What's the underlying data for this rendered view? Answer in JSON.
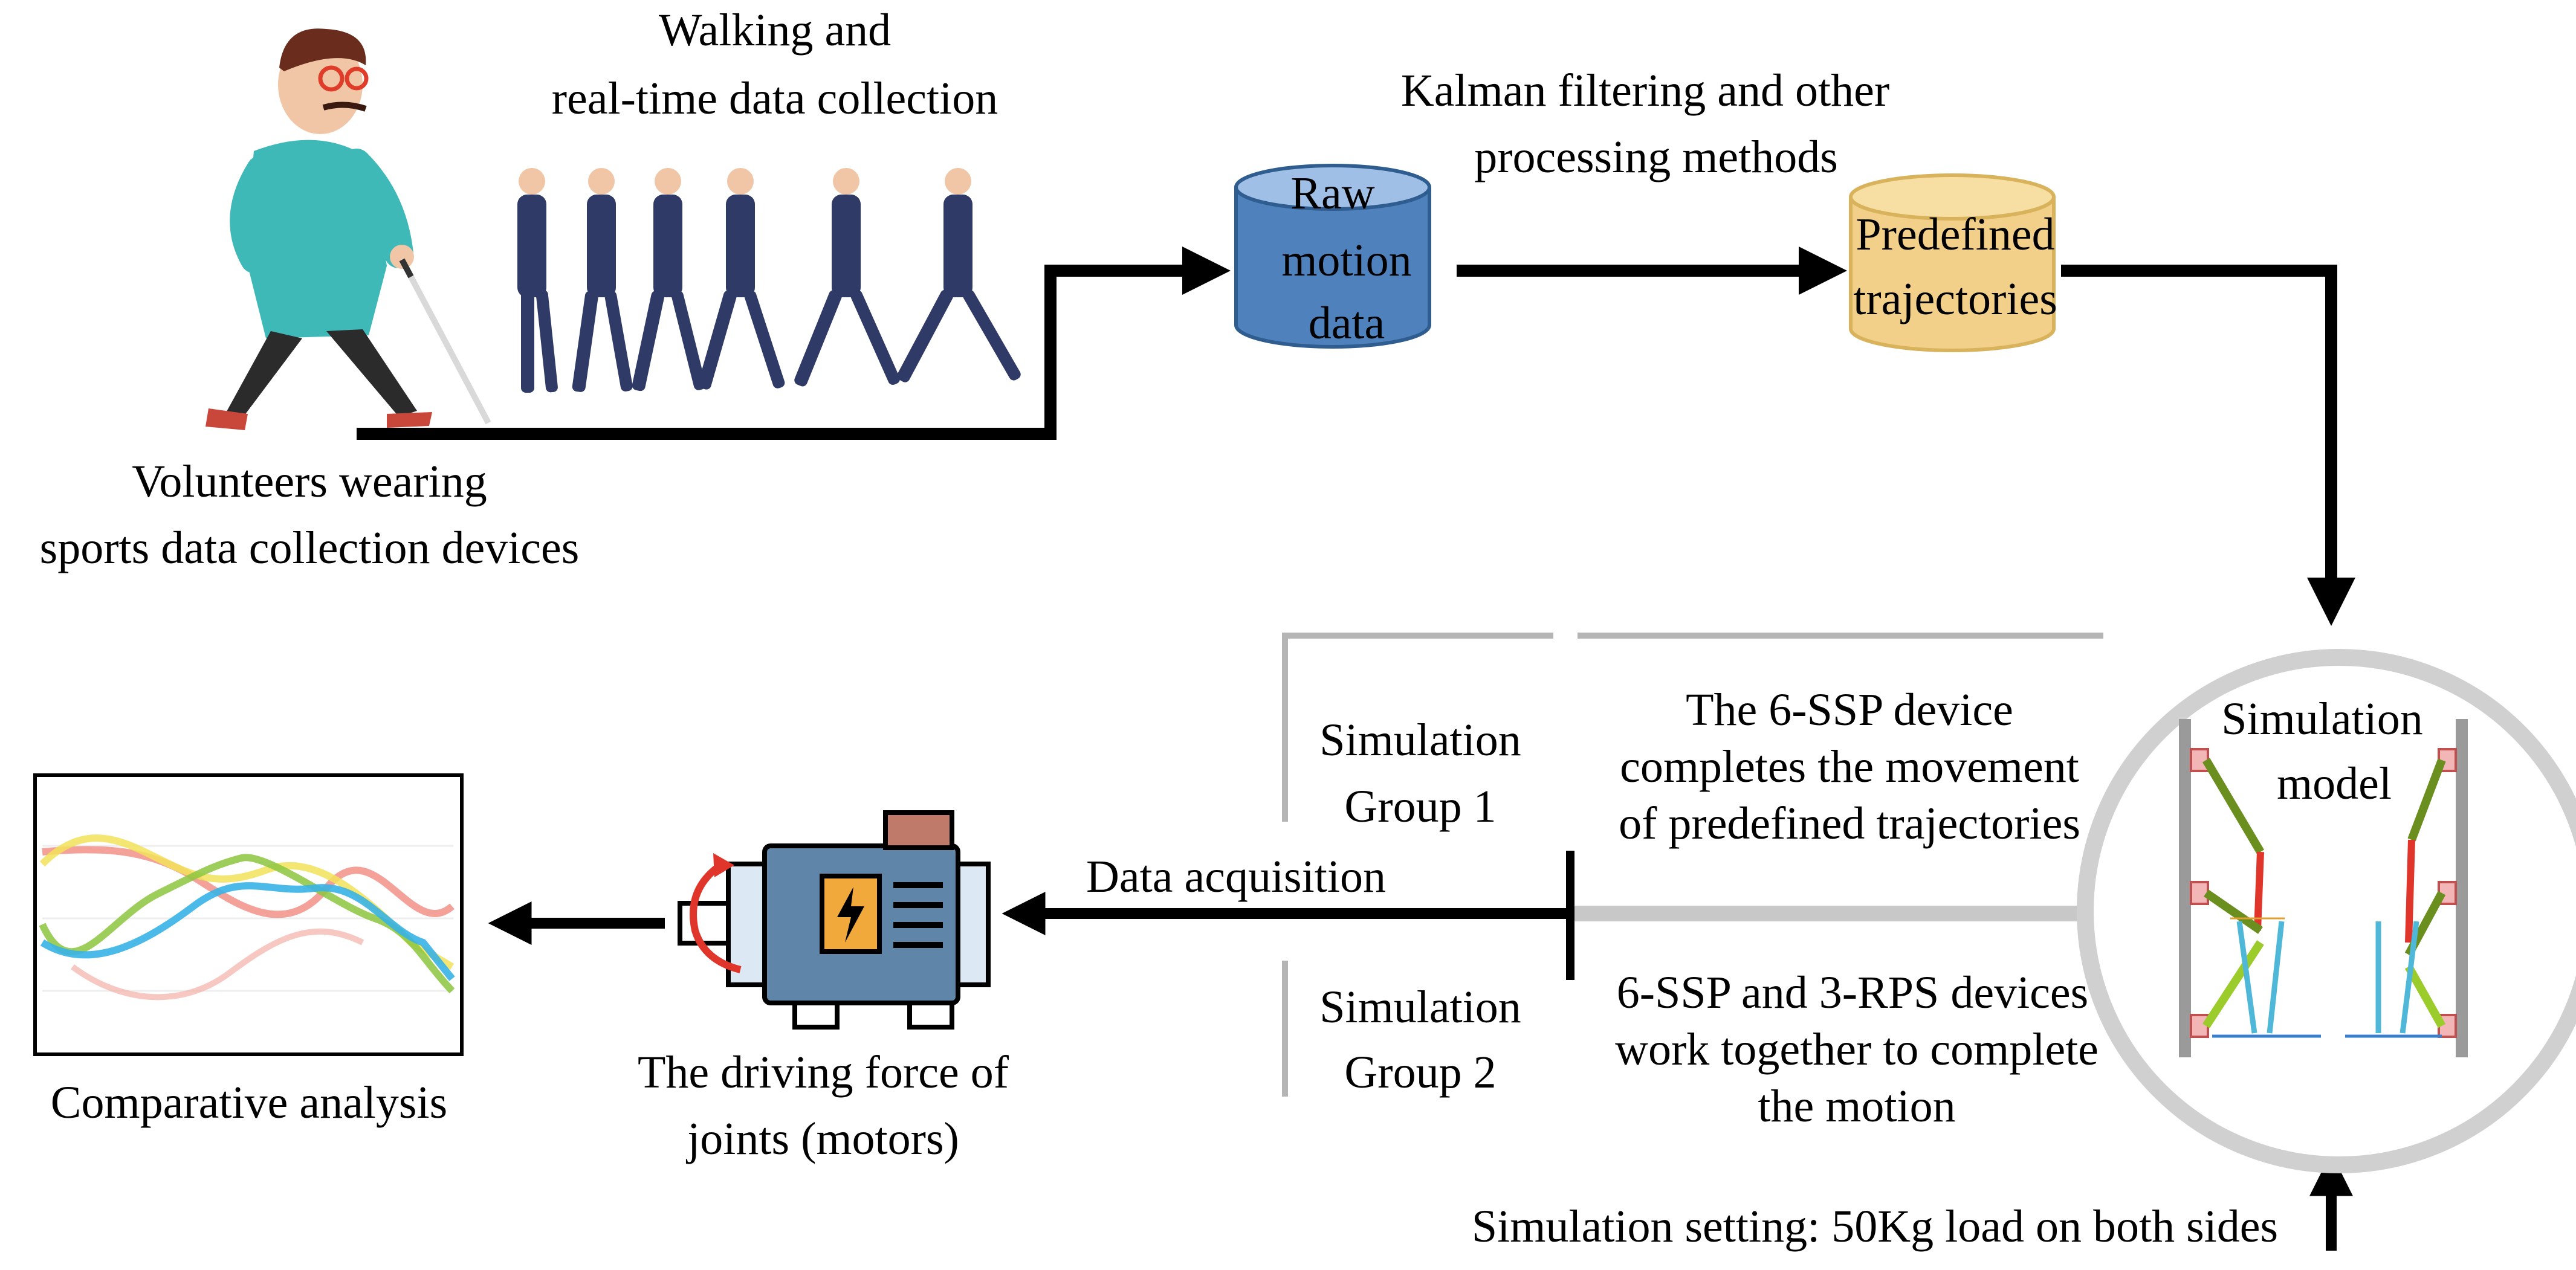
{
  "labels": {
    "walking_line1": "Walking and",
    "walking_line2": "real-time data collection",
    "volunteers_line1": "Volunteers wearing",
    "volunteers_line2": "sports data collection devices",
    "kalman_line1": "Kalman filtering and other",
    "kalman_line2": "processing methods",
    "raw_line1": "Raw",
    "raw_line2": "motion",
    "raw_line3": "data",
    "predef_line1": "Predefined",
    "predef_line2": "trajectories",
    "simmodel_line1": "Simulation",
    "simmodel_line2": "model",
    "group1_line1": "Simulation",
    "group1_line2": "Group 1",
    "group2_line1": "Simulation",
    "group2_line2": "Group 2",
    "g1desc_line1": "The 6-SSP device",
    "g1desc_line2": "completes the movement",
    "g1desc_line3": "of predefined trajectories",
    "g2desc_line1": "6-SSP and 3-RPS devices",
    "g2desc_line2": "work together to complete",
    "g2desc_line3": "the motion",
    "data_acq": "Data acquisition",
    "driving_line1": "The driving force of",
    "driving_line2": "joints (motors)",
    "comparative": "Comparative analysis",
    "sim_setting": "Simulation setting: 50Kg load on both sides"
  },
  "colors": {
    "raw_cylinder": "#4f81bd",
    "raw_cylinder_top": "#9fbfe6",
    "predef_cylinder": "#f2d08a",
    "predef_cylinder_stroke": "#d9b25c",
    "shirt": "#3fb8b8",
    "suit": "#2f3b66",
    "ring": "#d0d0d0",
    "motor_body": "#5f86a8",
    "motor_panel": "#f2a93b",
    "motor_top": "#c07a6a",
    "rotation_arrow": "#e0352b",
    "series_red": "#f08a80",
    "series_yellow": "#f2e25a",
    "series_green": "#8cc63f",
    "series_blue": "#39b3e6"
  },
  "icons": [
    "walking-person-icon",
    "walking-sequence-icon",
    "database-cylinder-icon",
    "motor-icon",
    "line-chart-icon",
    "mechanism-icon"
  ]
}
